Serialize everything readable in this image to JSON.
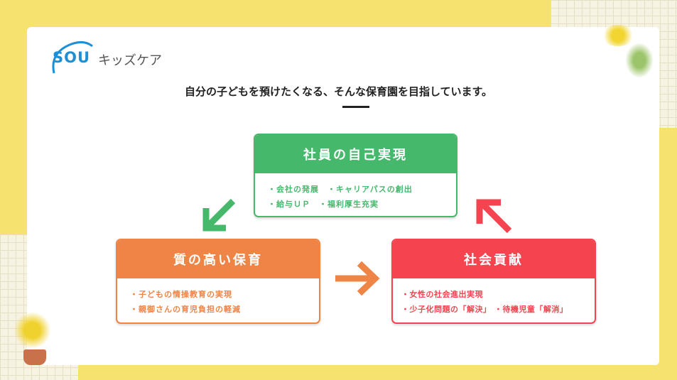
{
  "logo": {
    "brand": "SOU",
    "name": "キッズケア"
  },
  "tagline": "自分の子どもを預けたくなる、そんな保育園を目指しています。",
  "boxes": {
    "self": {
      "title": "社員の自己実現",
      "lines": [
        "・会社の発展　・キャリアパスの創出",
        "・給与ＵＰ　・福利厚生充実"
      ]
    },
    "quality": {
      "title": "質の高い保育",
      "lines": [
        "・子どもの情操教育の実現",
        "・親御さんの育児負担の軽減"
      ]
    },
    "society": {
      "title": "社会貢献",
      "lines": [
        "・女性の社会進出実現",
        "・少子化問題の「解決」 ・待機児童「解消」"
      ]
    }
  },
  "colors": {
    "green": "#45b86c",
    "orange": "#ee8445",
    "red": "#f5434f",
    "background": "#f6e36f"
  }
}
